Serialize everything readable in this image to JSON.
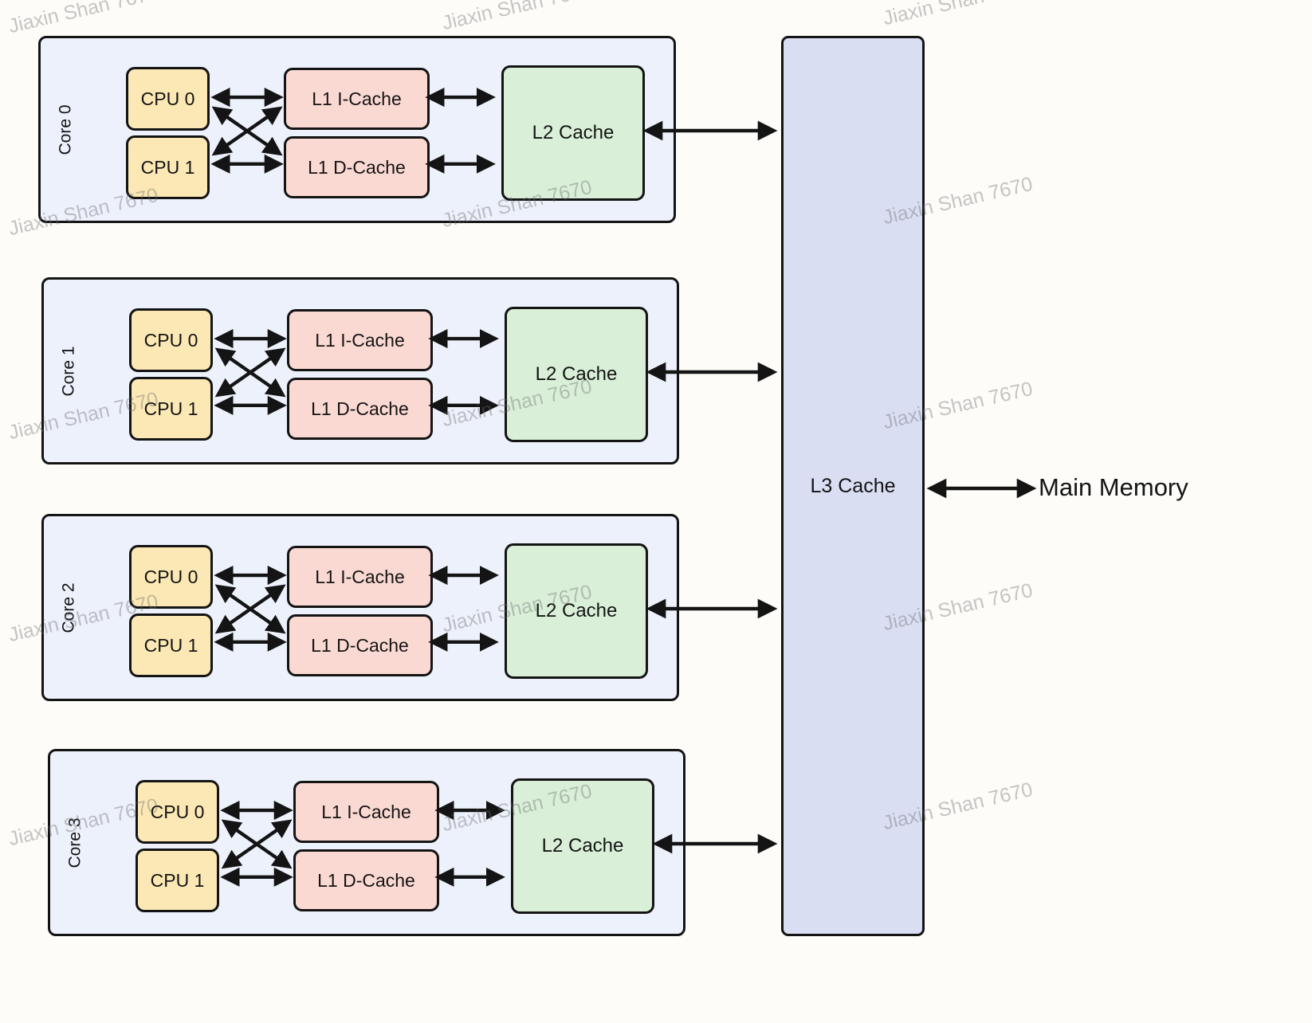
{
  "watermark": {
    "text": "Jiaxin Shan 7670"
  },
  "cores": [
    {
      "label": "Core 0",
      "cpu0": "CPU 0",
      "cpu1": "CPU 1",
      "l1i": "L1 I-Cache",
      "l1d": "L1 D-Cache",
      "l2": "L2 Cache"
    },
    {
      "label": "Core 1",
      "cpu0": "CPU 0",
      "cpu1": "CPU 1",
      "l1i": "L1 I-Cache",
      "l1d": "L1 D-Cache",
      "l2": "L2 Cache"
    },
    {
      "label": "Core 2",
      "cpu0": "CPU 0",
      "cpu1": "CPU 1",
      "l1i": "L1 I-Cache",
      "l1d": "L1 D-Cache",
      "l2": "L2 Cache"
    },
    {
      "label": "Core 3",
      "cpu0": "CPU 0",
      "cpu1": "CPU 1",
      "l1i": "L1 I-Cache",
      "l1d": "L1 D-Cache",
      "l2": "L2 Cache"
    }
  ],
  "l3": {
    "label": "L3 Cache"
  },
  "main_memory": {
    "label": "Main Memory"
  },
  "colors": {
    "core_bg": "#edf1fb",
    "cpu_fill": "#fbe8b4",
    "l1_fill": "#fbd9d3",
    "l2_fill": "#d9efd8",
    "l3_fill": "#d9def3",
    "border": "#141414",
    "watermark_gray": "#9a9a9a"
  }
}
